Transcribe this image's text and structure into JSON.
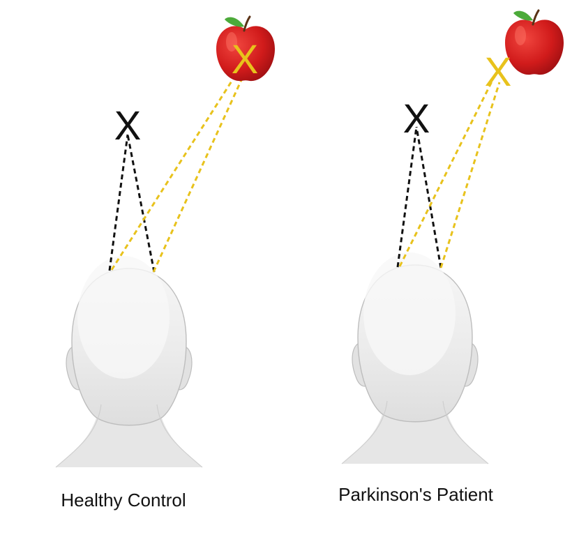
{
  "panels": [
    {
      "caption": "Healthy Control",
      "fixation_mark": "X",
      "target_mark": "X",
      "target_icon": "apple-icon",
      "target_mark_on_target": true
    },
    {
      "caption": "Parkinson's Patient",
      "fixation_mark": "X",
      "target_mark": "X",
      "target_icon": "apple-icon",
      "target_mark_on_target": false
    }
  ],
  "colors": {
    "fixation_line": "#111111",
    "target_line": "#e8c21c",
    "apple": "#d41f1f",
    "head": "#e9e9e9"
  }
}
